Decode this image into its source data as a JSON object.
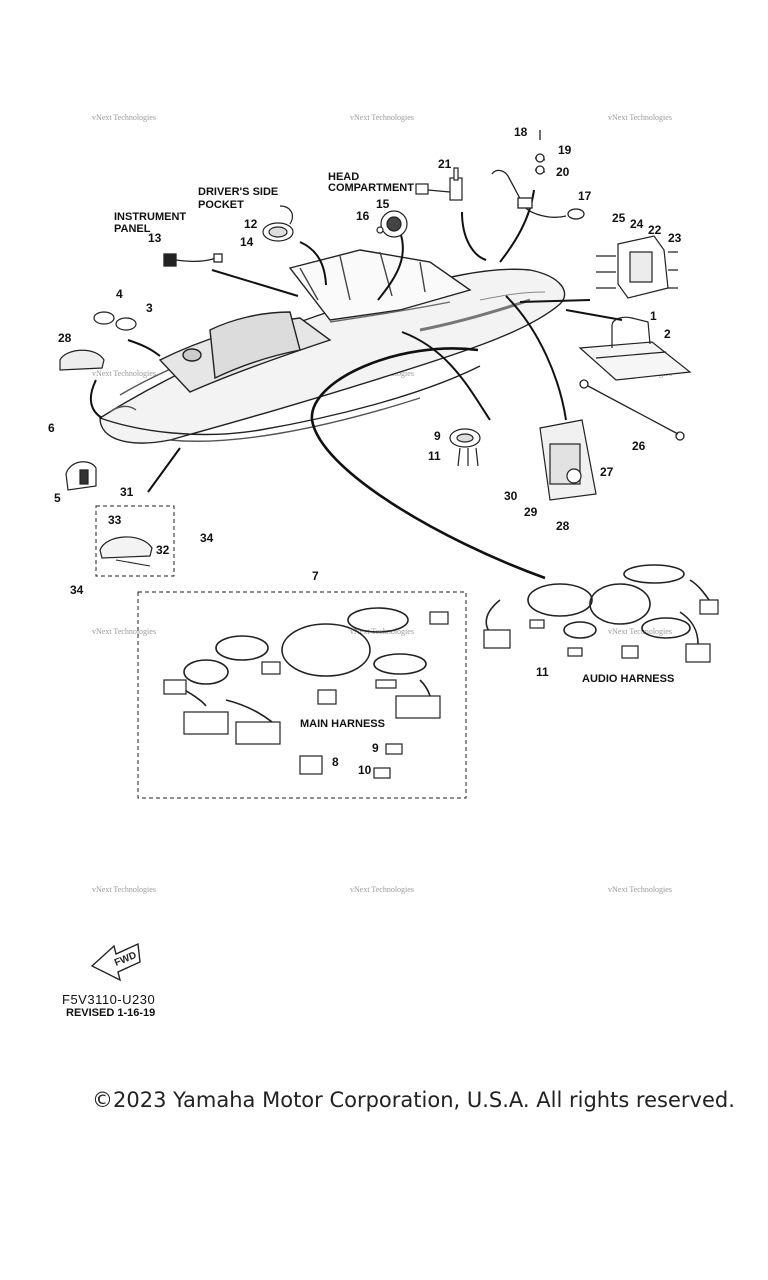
{
  "diagram": {
    "labels": {
      "drivers_side_pocket_1": "DRIVER'S SIDE",
      "drivers_side_pocket_2": "POCKET",
      "head_compartment_1": "HEAD",
      "head_compartment_2": "COMPARTMENT",
      "instrument_panel_1": "INSTRUMENT",
      "instrument_panel_2": "PANEL",
      "main_harness": "MAIN HARNESS",
      "audio_harness": "AUDIO HARNESS",
      "fwd": "FWD"
    },
    "callouts": {
      "c1": "1",
      "c2": "2",
      "c3": "3",
      "c4": "4",
      "c5": "5",
      "c6": "6",
      "c7": "7",
      "c8": "8",
      "c9a": "9",
      "c9b": "9",
      "c10": "10",
      "c11a": "11",
      "c11b": "11",
      "c12": "12",
      "c13": "13",
      "c14": "14",
      "c15": "15",
      "c16": "16",
      "c17": "17",
      "c18": "18",
      "c19": "19",
      "c20": "20",
      "c21": "21",
      "c22": "22",
      "c23": "23",
      "c24": "24",
      "c25": "25",
      "c26": "26",
      "c27": "27",
      "c28a": "28",
      "c28b": "28",
      "c29": "29",
      "c30": "30",
      "c31": "31",
      "c32": "32",
      "c33": "33",
      "c34a": "34",
      "c34b": "34"
    },
    "watermark": "vNext Technologies"
  },
  "document": {
    "code": "F5V3110-U230",
    "revised": "REVISED 1-16-19"
  },
  "footer": {
    "copyright": "©2023 Yamaha Motor Corporation, U.S.A. All rights reserved."
  }
}
